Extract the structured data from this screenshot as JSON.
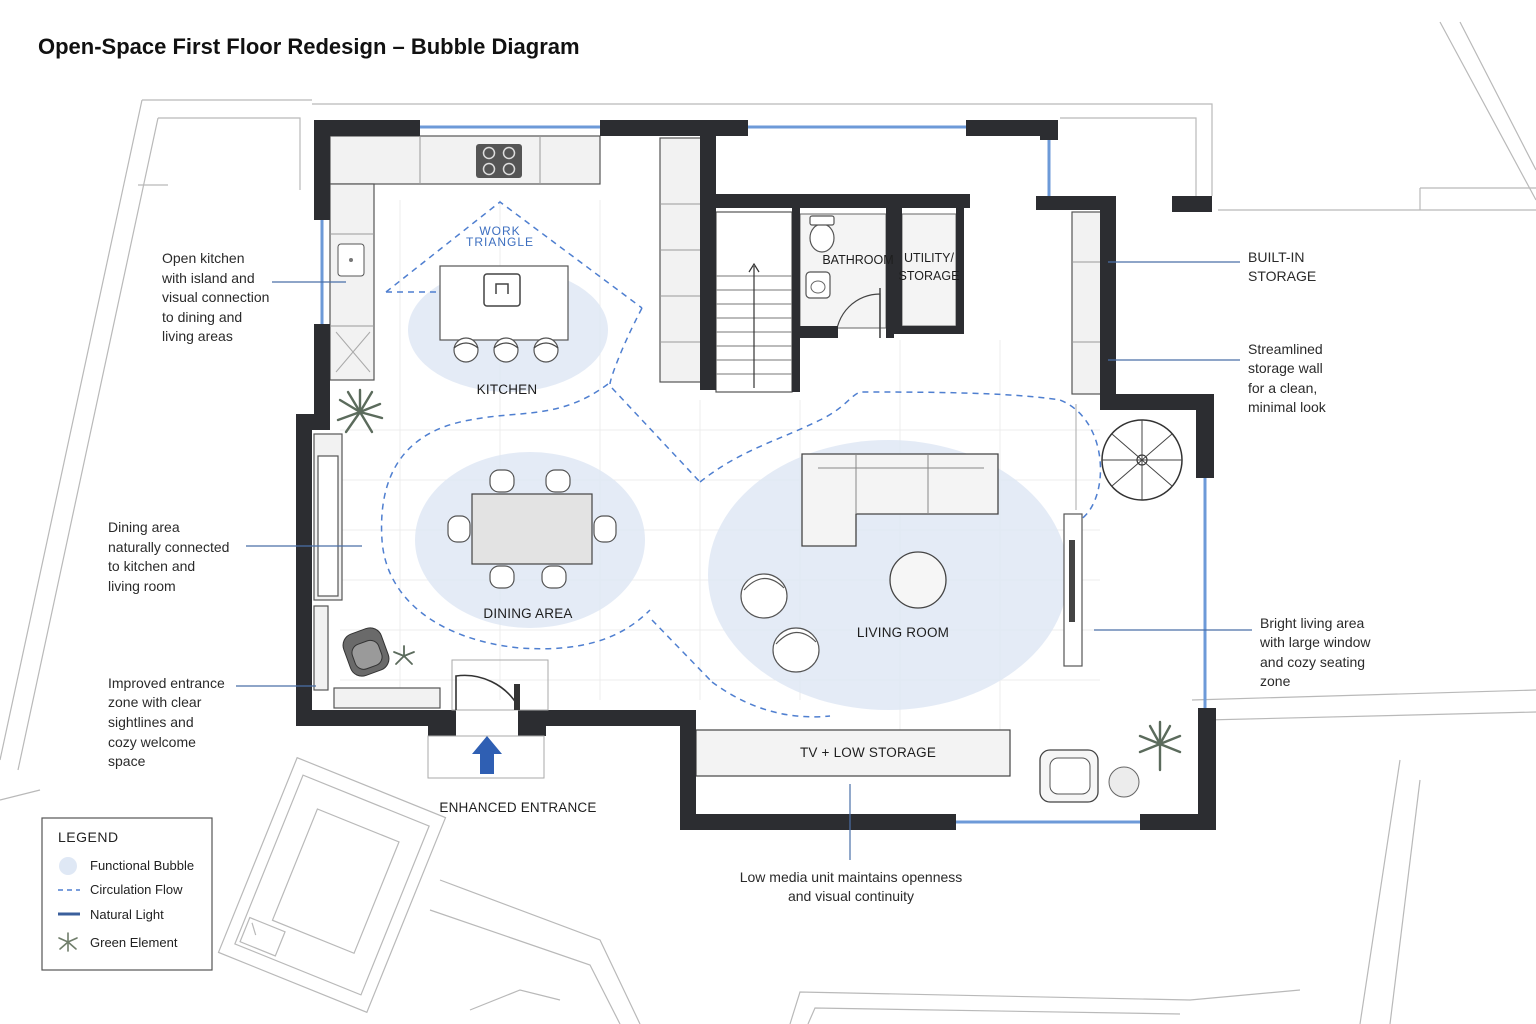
{
  "title": "Open-Space First Floor Redesign – Bubble Diagram",
  "rooms": {
    "kitchen": "KITCHEN",
    "dining": "DINING AREA",
    "living": "LIVING ROOM",
    "bathroom": "BATHROOM",
    "utility_line1": "UTILITY/",
    "utility_line2": "STORAGE",
    "tv": "TV + LOW STORAGE",
    "work_triangle_line1": "WORK",
    "work_triangle_line2": "TRIANGLE",
    "entrance": "ENHANCED ENTRANCE"
  },
  "annotations": {
    "kitchen": [
      "Open kitchen",
      "with island and",
      "visual connection",
      "to dining and",
      "living areas"
    ],
    "dining": [
      "Dining area",
      "naturally connected",
      "to kitchen and",
      "living room"
    ],
    "entrance": [
      "Improved entrance",
      "zone with clear",
      "sightlines and",
      "cozy welcome",
      "space"
    ],
    "builtin": [
      "BUILT-IN",
      "STORAGE"
    ],
    "storage_wall": [
      "Streamlined",
      "storage wall",
      "for a clean,",
      "minimal look"
    ],
    "living": [
      "Bright living area",
      "with large window",
      "and cozy seating",
      "zone"
    ],
    "media": [
      "Low media unit maintains openness",
      "and visual continuity"
    ]
  },
  "legend": {
    "title": "LEGEND",
    "items": [
      {
        "label": "Functional Bubble",
        "symbol": "bubble",
        "color": "#dfe8f5"
      },
      {
        "label": "Circulation Flow",
        "symbol": "dashed-line",
        "color": "#4f7fd0"
      },
      {
        "label": "Natural Light",
        "symbol": "solid-line",
        "color": "#3a5f9c"
      },
      {
        "label": "Green Element",
        "symbol": "plant-icon",
        "color": "#6f7d6a"
      }
    ]
  },
  "colors": {
    "wall": "#2c2d31",
    "window": "#6d9ad8",
    "bubble": "#dfe8f5",
    "flow": "#4f7fd0",
    "entrance_arrow": "#2f5fb3"
  }
}
